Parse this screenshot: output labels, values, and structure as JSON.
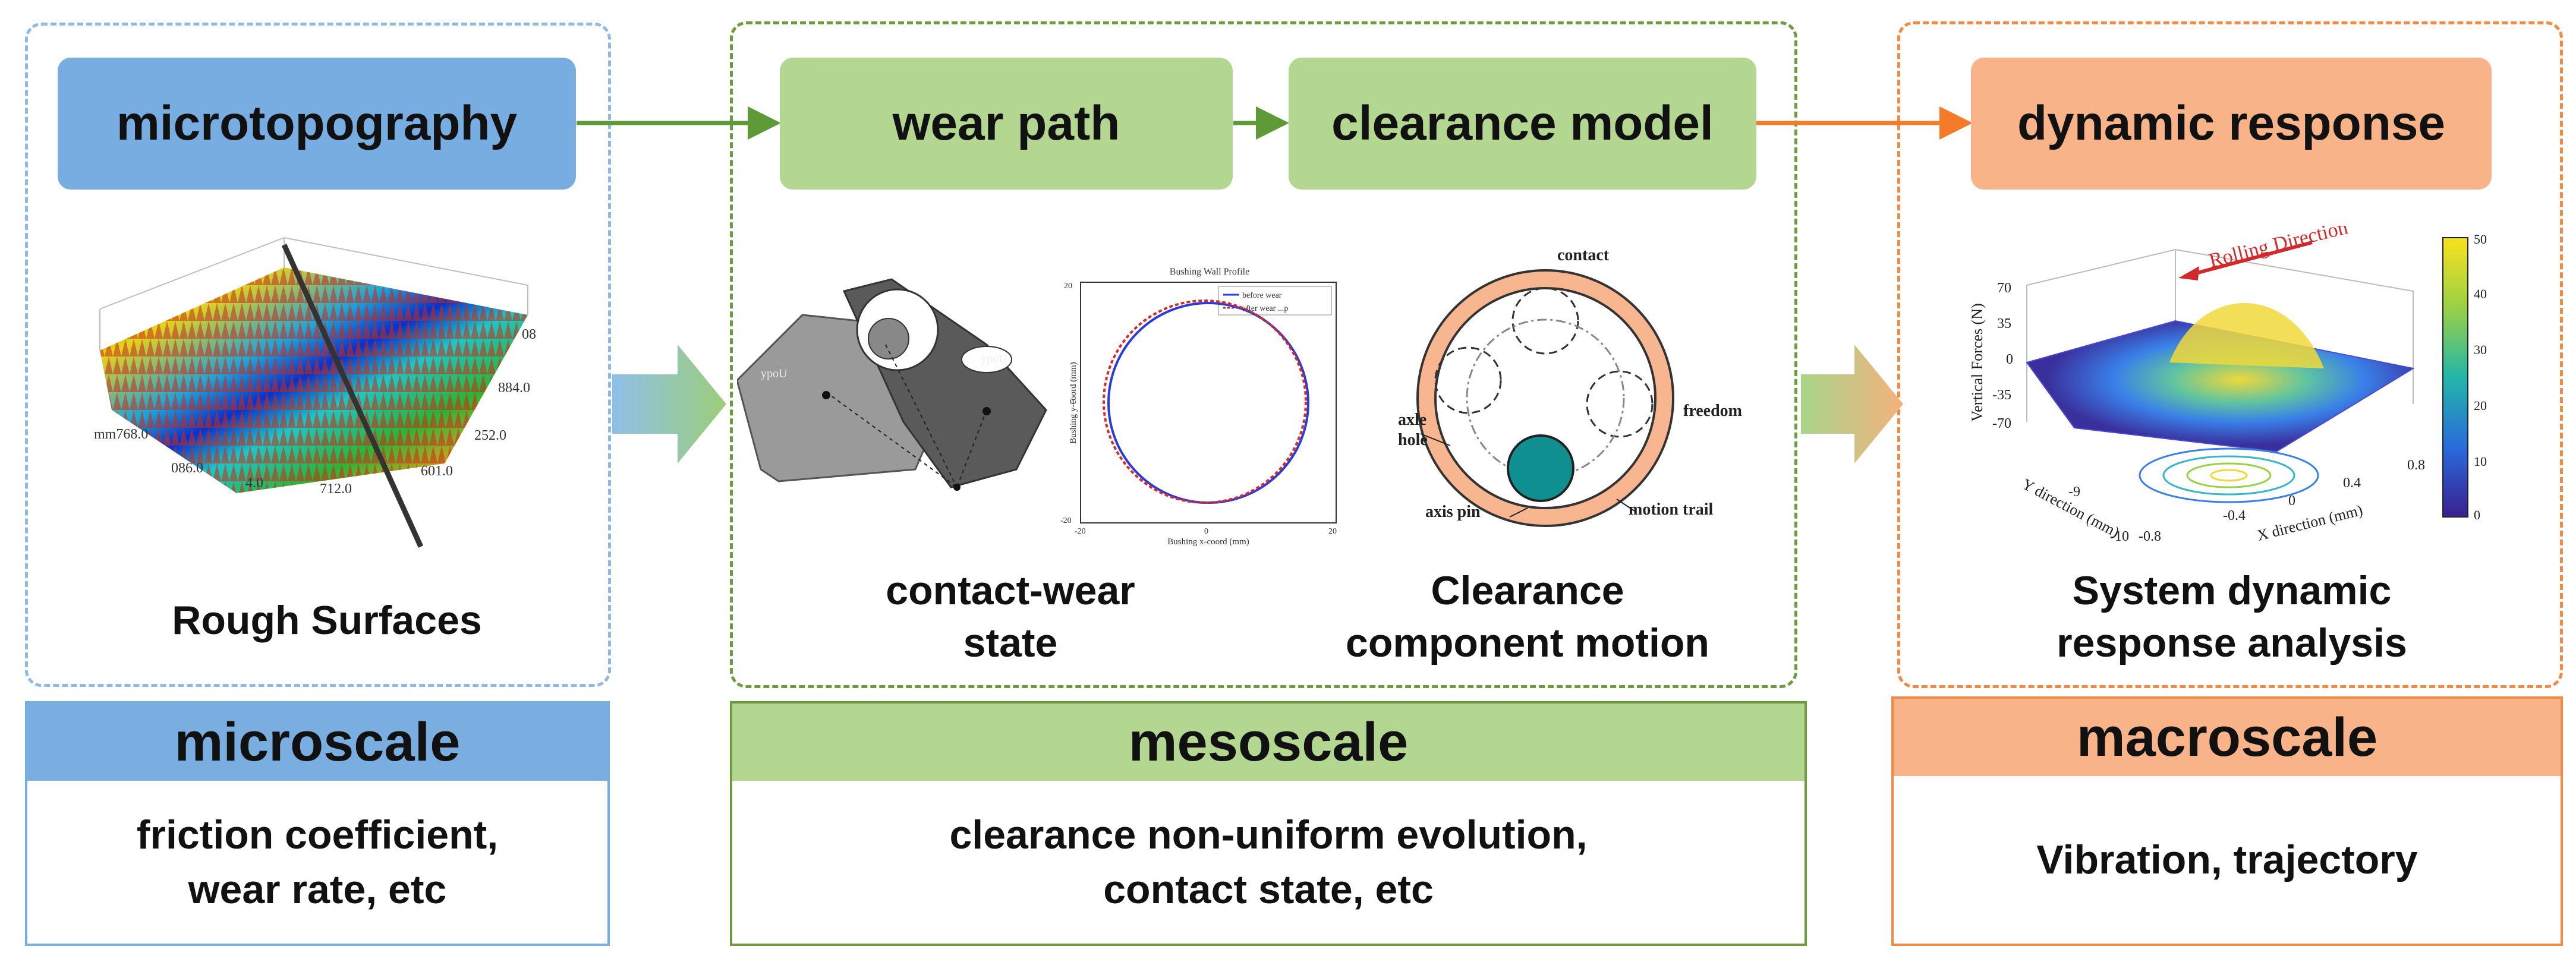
{
  "colors": {
    "blue": "#7aaee0",
    "green": "#b3d691",
    "orange": "#f8b488",
    "green_line": "#5e9a35",
    "orange_line": "#f57a2a"
  },
  "micro": {
    "top_box": "microtopography",
    "caption": "Rough Surfaces",
    "header": "microscale",
    "body": "friction coefficient,\nwear rate, etc",
    "surface_labels": [
      "mm768.0",
      "086.0",
      "4.0",
      "712.0",
      "601.0",
      "252.0",
      "884.0",
      "08"
    ]
  },
  "meso": {
    "box_wear": "wear path",
    "box_clearance": "clearance model",
    "caption_left": "contact-wear\nstate",
    "caption_right": "Clearance\ncomponent motion",
    "header": "mesoscale",
    "body": "clearance non-uniform evolution,\ncontact state, etc",
    "profile_plot": {
      "title": "Bushing Wall Profile",
      "legend": [
        "before wear",
        "after wear ...p"
      ],
      "xlabel": "Bushing x-coord (mm)",
      "ylabel": "Bushing y-coord (mm)",
      "ticks": [
        "-20",
        "0",
        "20",
        "-20",
        "0",
        "20"
      ]
    },
    "clearance_labels": {
      "contact": "contact",
      "freedom": "freedom",
      "axle_hole": "axle\nhole",
      "axis_pin": "axis pin",
      "motion_trail": "motion trail"
    },
    "sketch_labels": [
      "ypoU",
      "ypoU"
    ]
  },
  "macro": {
    "top_box": "dynamic response",
    "caption": "System dynamic\nresponse analysis",
    "header": "macroscale",
    "body": "Vibration, trajectory",
    "surface_plot": {
      "annotation": "Rolling Direction",
      "zlabel": "Vertical Forces (N)",
      "ylabel": "Y direction (mm)",
      "xlabel": "X direction (mm)",
      "zticks": [
        "70",
        "35",
        "0",
        "-35",
        "-70"
      ],
      "yticks": [
        "-9",
        "-10"
      ],
      "xticks": [
        "-0.8",
        "-0.4",
        "0",
        "0.4",
        "0.8"
      ],
      "colorbar_ticks": [
        "50",
        "40",
        "30",
        "20",
        "10",
        "0"
      ]
    }
  }
}
